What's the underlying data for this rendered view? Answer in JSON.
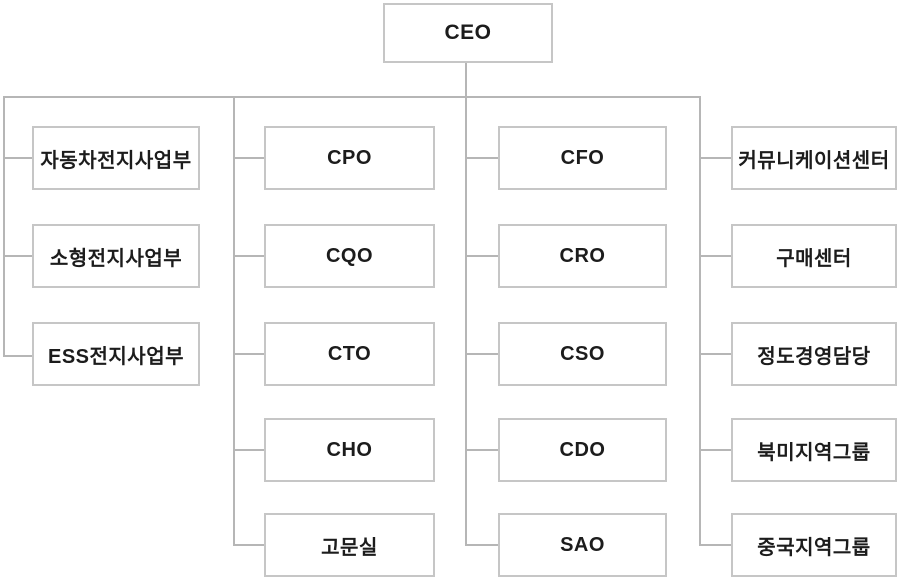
{
  "chart": {
    "type": "org-chart",
    "root": "CEO",
    "columns": [
      {
        "name": "business-divisions",
        "items": [
          "자동차전지사업부",
          "소형전지사업부",
          "ESS전지사업부"
        ]
      },
      {
        "name": "c-level-left",
        "items": [
          "CPO",
          "CQO",
          "CTO",
          "CHO",
          "고문실"
        ]
      },
      {
        "name": "c-level-right",
        "items": [
          "CFO",
          "CRO",
          "CSO",
          "CDO",
          "SAO"
        ]
      },
      {
        "name": "centers-and-regions",
        "items": [
          "커뮤니케이션센터",
          "구매센터",
          "정도경영담당",
          "북미지역그룹",
          "중국지역그룹"
        ]
      }
    ],
    "colors": {
      "background": "#ffffff",
      "box_border": "#c6c6c6",
      "connector_line": "#b6b6b6",
      "text": "#1c1c1c"
    }
  }
}
